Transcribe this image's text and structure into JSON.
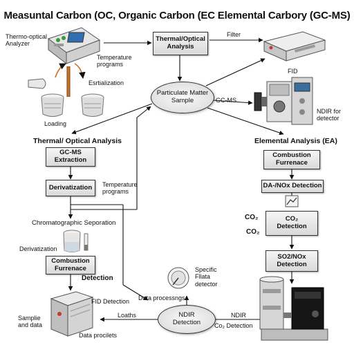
{
  "title": "Measuntal Carbon (OC, Organic Carbon (EC Elemental Carbory (GC-MS)",
  "labels": {
    "thermo_analyzer": [
      "Thermo-optical",
      "Analyzer"
    ],
    "temperature_programs_top": [
      "Temperature",
      "programs"
    ],
    "esterialization": "Esrtialization",
    "loading": "Loading",
    "filter": "Filter",
    "fid": "FID",
    "gc_ms": "GC-MS",
    "ndir_for_detector": [
      "NDIR for",
      "detector"
    ],
    "temperature_programs_mid": [
      "Temperature",
      "programs"
    ],
    "chromatographic_separation": "Chromatographic Seporation",
    "derivatization_left": "Derivatization",
    "detection": "Detection",
    "fid_detection": "FID Detection",
    "sample_and_data": [
      "Samplie",
      "and data"
    ],
    "data_procilets": "Data procilets",
    "loaths": "Loaths",
    "data_processings": "Data processngs",
    "specific_filter_detector": [
      "Specific",
      "Fllata",
      "detector"
    ],
    "ndir_right": "NDIR",
    "co2_detection": "Co₂ Detection",
    "co2_a": "CO₂",
    "co2_b": "CO₂"
  },
  "headings": {
    "thermal_optical": "Thermal/ Optical Analysis",
    "elemental": "Elemental Analysis (EA)"
  },
  "boxes": {
    "thermal_optical_top": [
      "Thermal/Optical",
      "Analysis"
    ],
    "gcms_extraction": [
      "GC-MS",
      "Extraction"
    ],
    "derivatization": "Derivatization",
    "combustion_left": [
      "Combustion",
      "Furrenace"
    ],
    "combustion_right": [
      "Combustion",
      "Furrenace"
    ],
    "da_nox": "DA-/NOx Detection",
    "co2_detection_box": [
      "CO₂",
      "Detection"
    ],
    "so2_nox": [
      "SO2/NOx",
      "Detection"
    ],
    "ndir_detection": [
      "NDIR",
      "Detection"
    ]
  },
  "center": [
    "Particulate Matter",
    "Sample"
  ]
}
